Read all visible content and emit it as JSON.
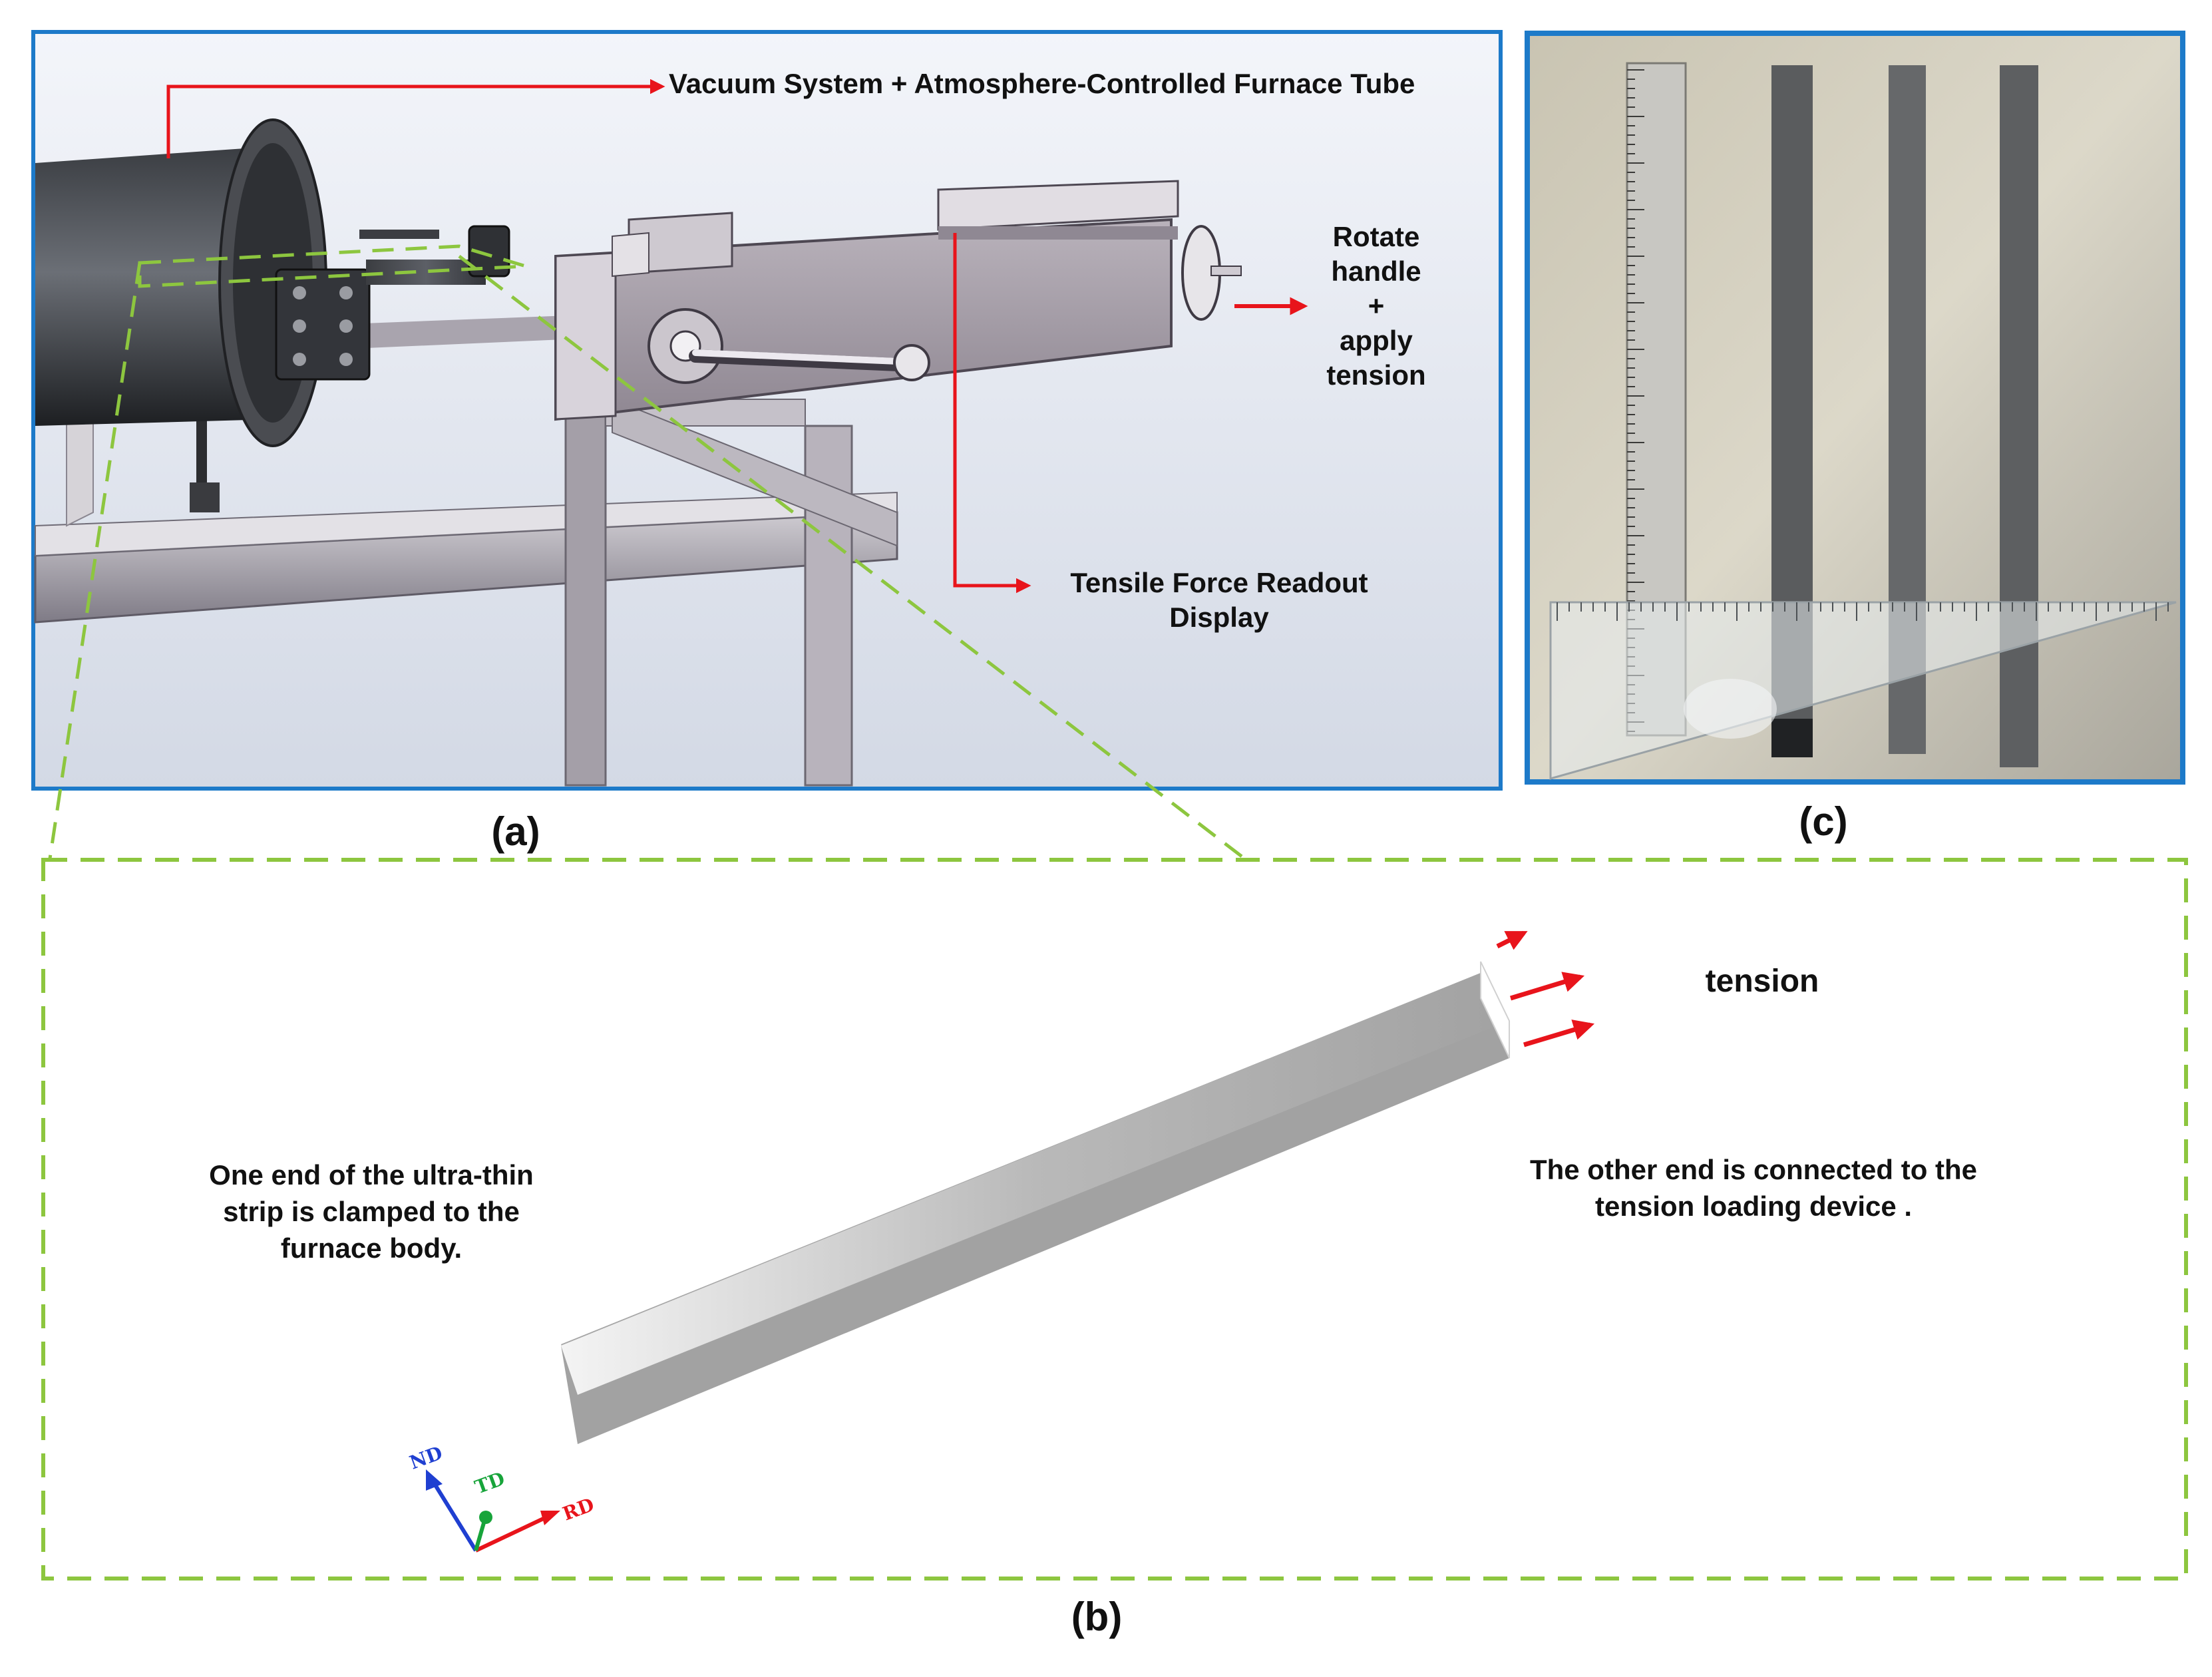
{
  "panels": {
    "a": {
      "caption": "(a)",
      "annotations": {
        "furnace": "Vacuum System + Atmosphere-Controlled Furnace Tube",
        "rotate_lines": [
          "Rotate",
          "handle",
          "+",
          "apply",
          "tension"
        ],
        "readout_lines": [
          "Tensile Force Readout",
          "Display"
        ]
      }
    },
    "b": {
      "caption": "(b)",
      "tension": "tension",
      "left_note_lines": [
        "One end of the ultra-thin",
        "strip is clamped to the",
        "furnace body."
      ],
      "right_note_lines": [
        "The other end is connected to the",
        "tension loading device ."
      ],
      "axes": {
        "nd": "ND",
        "td": "TD",
        "rd": "RD"
      }
    },
    "c": {
      "caption": "(c)"
    }
  },
  "colors": {
    "panel_border": "#1d7ac9",
    "zoom_dash": "#8dc63f",
    "arrow": "#e8141b",
    "nd": "#1f3fd1",
    "td": "#17a43a",
    "rd": "#e8141b"
  }
}
